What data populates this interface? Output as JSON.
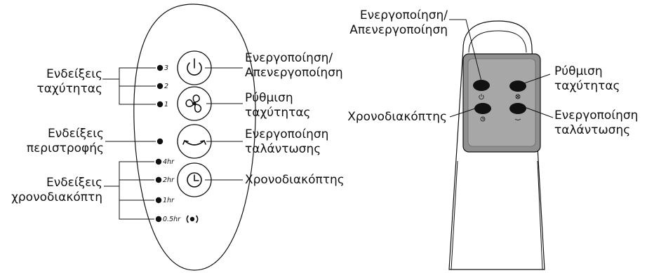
{
  "left_remote": {
    "buttons": {
      "power": {
        "label_line1": "Ενεργοποίηση/",
        "label_line2": "Απενεργοποίηση",
        "icon": "power-icon"
      },
      "speed": {
        "label_line1": "Ρύθμιση",
        "label_line2": "ταχύτητας",
        "icon": "fan-icon"
      },
      "oscillation": {
        "label_line1": "Ενεργοποίηση",
        "label_line2": "ταλάντωσης",
        "icon": "oscillation-icon"
      },
      "timer": {
        "label": "Χρονοδιακόπτης",
        "icon": "clock-icon"
      }
    },
    "speed_indicators": {
      "label_line1": "Ενδείξεις",
      "label_line2": "ταχύτητας",
      "levels": [
        "3",
        "2",
        "1"
      ]
    },
    "rotation_indicator": {
      "label_line1": "Ενδείξεις",
      "label_line2": "περιστροφής"
    },
    "timer_indicators": {
      "label_line1": "Ενδείξεις",
      "label_line2": "χρονοδιακόπτη",
      "levels": [
        "4hr",
        "2hr",
        "1hr",
        "0.5hr"
      ]
    },
    "signal_icon": "signal-icon"
  },
  "right_remote": {
    "power": {
      "label_line1": "Ενεργοποίηση/",
      "label_line2": "Απενεργοποίηση"
    },
    "speed": {
      "label_line1": "Ρύθμιση",
      "label_line2": "ταχύτητας"
    },
    "timer": {
      "label": "Χρονοδιακόπτης"
    },
    "oscillation": {
      "label_line1": "Ενεργοποίηση",
      "label_line2": "ταλάντωσης"
    }
  }
}
